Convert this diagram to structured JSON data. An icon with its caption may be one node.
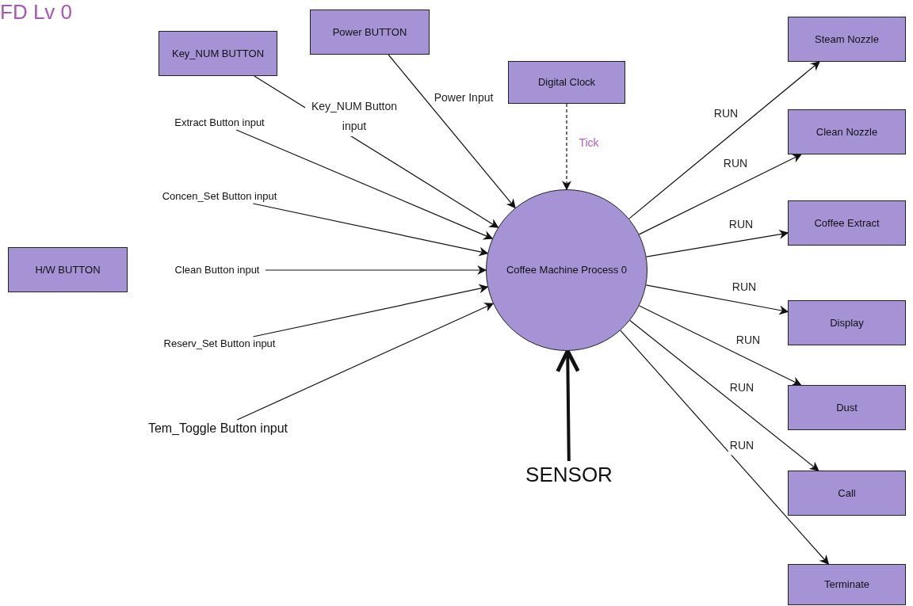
{
  "diagram": {
    "title": "FD Lv 0",
    "nodes": [
      {
        "text": [
          "Key_NUM BUTTON"
        ]
      },
      {
        "text": [
          "Power BUTTON"
        ]
      },
      {
        "text": [
          "Digital Clock"
        ]
      },
      {
        "text": [
          "H/W BUTTON"
        ]
      },
      {
        "text": [
          "Coffee Machine Process 0"
        ]
      },
      {
        "text": [
          "Steam Nozzle"
        ]
      },
      {
        "text": [
          "Clean Nozzle"
        ]
      },
      {
        "text": [
          "Coffee Extract"
        ]
      },
      {
        "text": [
          "Display"
        ]
      },
      {
        "text": [
          "Dust"
        ]
      },
      {
        "text": [
          "Call"
        ]
      },
      {
        "text": [
          "Terminate"
        ]
      },
      {
        "text": [
          "Extract Button input"
        ]
      },
      {
        "text": [
          "Concen_Set Button input"
        ]
      },
      {
        "text": [
          "Clean Button input"
        ]
      },
      {
        "text": [
          "Reserv_Set Button input"
        ]
      },
      {
        "text": [
          "Tem_Toggle Button input"
        ]
      },
      {
        "text": [
          "SENSOR"
        ]
      }
    ],
    "edges": [
      {
        "from": 0,
        "to": 4,
        "arrow": "to",
        "label": "Key_NUM Button input"
      },
      {
        "from": 1,
        "to": 4,
        "arrow": "to",
        "label": "Power Input"
      },
      {
        "from": 2,
        "to": 4,
        "arrow": "to",
        "label": "Tick",
        "style": "dashed"
      },
      {
        "from": 12,
        "to": 4,
        "arrow": "to"
      },
      {
        "from": 13,
        "to": 4,
        "arrow": "to"
      },
      {
        "from": 14,
        "to": 4,
        "arrow": "to"
      },
      {
        "from": 15,
        "to": 4,
        "arrow": "to"
      },
      {
        "from": 16,
        "to": 4,
        "arrow": "to"
      },
      {
        "from": 17,
        "to": 4,
        "arrow": "to",
        "style": "thick"
      },
      {
        "from": 4,
        "to": 5,
        "arrow": "to",
        "label": "RUN"
      },
      {
        "from": 4,
        "to": 6,
        "arrow": "to",
        "label": "RUN"
      },
      {
        "from": 4,
        "to": 7,
        "arrow": "to",
        "label": "RUN"
      },
      {
        "from": 4,
        "to": 8,
        "arrow": "to",
        "label": "RUN"
      },
      {
        "from": 4,
        "to": 9,
        "arrow": "to",
        "label": "RUN"
      },
      {
        "from": 4,
        "to": 10,
        "arrow": "to",
        "label": "RUN"
      },
      {
        "from": 4,
        "to": 11,
        "arrow": "to",
        "label": "RUN"
      }
    ]
  }
}
